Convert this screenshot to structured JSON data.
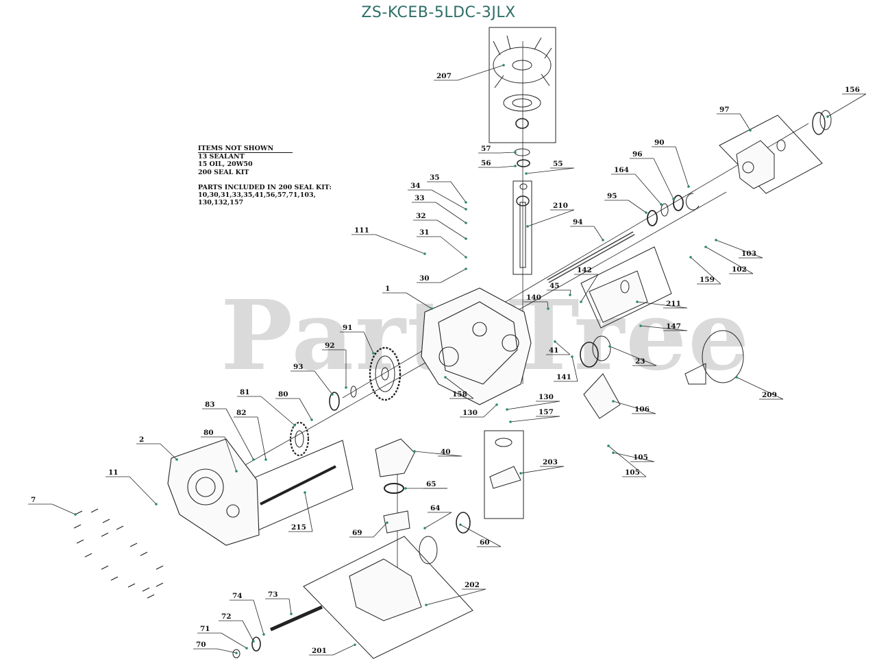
{
  "title": "ZS-KCEB-5LDC-3JLX",
  "notes": {
    "header": "ITEMS NOT SHOWN",
    "lines": [
      "13 SEALANT",
      "15 OIL, 20W50",
      "200 SEAL KIT"
    ],
    "kit_lines": [
      "PARTS INCLUDED IN 200 SEAL KIT:",
      "10,30,31,33,35,41,56,57,71,103,",
      "130,132,157"
    ]
  },
  "watermark": "PartsTree",
  "callouts": [
    {
      "label": "207"
    },
    {
      "label": "156"
    },
    {
      "label": "97"
    },
    {
      "label": "90"
    },
    {
      "label": "96"
    },
    {
      "label": "164"
    },
    {
      "label": "95"
    },
    {
      "label": "57"
    },
    {
      "label": "56"
    },
    {
      "label": "55"
    },
    {
      "label": "35"
    },
    {
      "label": "34"
    },
    {
      "label": "33"
    },
    {
      "label": "32"
    },
    {
      "label": "31"
    },
    {
      "label": "30"
    },
    {
      "label": "111"
    },
    {
      "label": "210"
    },
    {
      "label": "94"
    },
    {
      "label": "103"
    },
    {
      "label": "102"
    },
    {
      "label": "159"
    },
    {
      "label": "142"
    },
    {
      "label": "45"
    },
    {
      "label": "140"
    },
    {
      "label": "211"
    },
    {
      "label": "147"
    },
    {
      "label": "23"
    },
    {
      "label": "41"
    },
    {
      "label": "141"
    },
    {
      "label": "1"
    },
    {
      "label": "91"
    },
    {
      "label": "92"
    },
    {
      "label": "93"
    },
    {
      "label": "158"
    },
    {
      "label": "130"
    },
    {
      "label": "130"
    },
    {
      "label": "157"
    },
    {
      "label": "106"
    },
    {
      "label": "209"
    },
    {
      "label": "81"
    },
    {
      "label": "80"
    },
    {
      "label": "83"
    },
    {
      "label": "82"
    },
    {
      "label": "80"
    },
    {
      "label": "2"
    },
    {
      "label": "40"
    },
    {
      "label": "203"
    },
    {
      "label": "105"
    },
    {
      "label": "105"
    },
    {
      "label": "11"
    },
    {
      "label": "65"
    },
    {
      "label": "7"
    },
    {
      "label": "215"
    },
    {
      "label": "64"
    },
    {
      "label": "69"
    },
    {
      "label": "60"
    },
    {
      "label": "202"
    },
    {
      "label": "74"
    },
    {
      "label": "73"
    },
    {
      "label": "72"
    },
    {
      "label": "71"
    },
    {
      "label": "70"
    },
    {
      "label": "201"
    }
  ]
}
